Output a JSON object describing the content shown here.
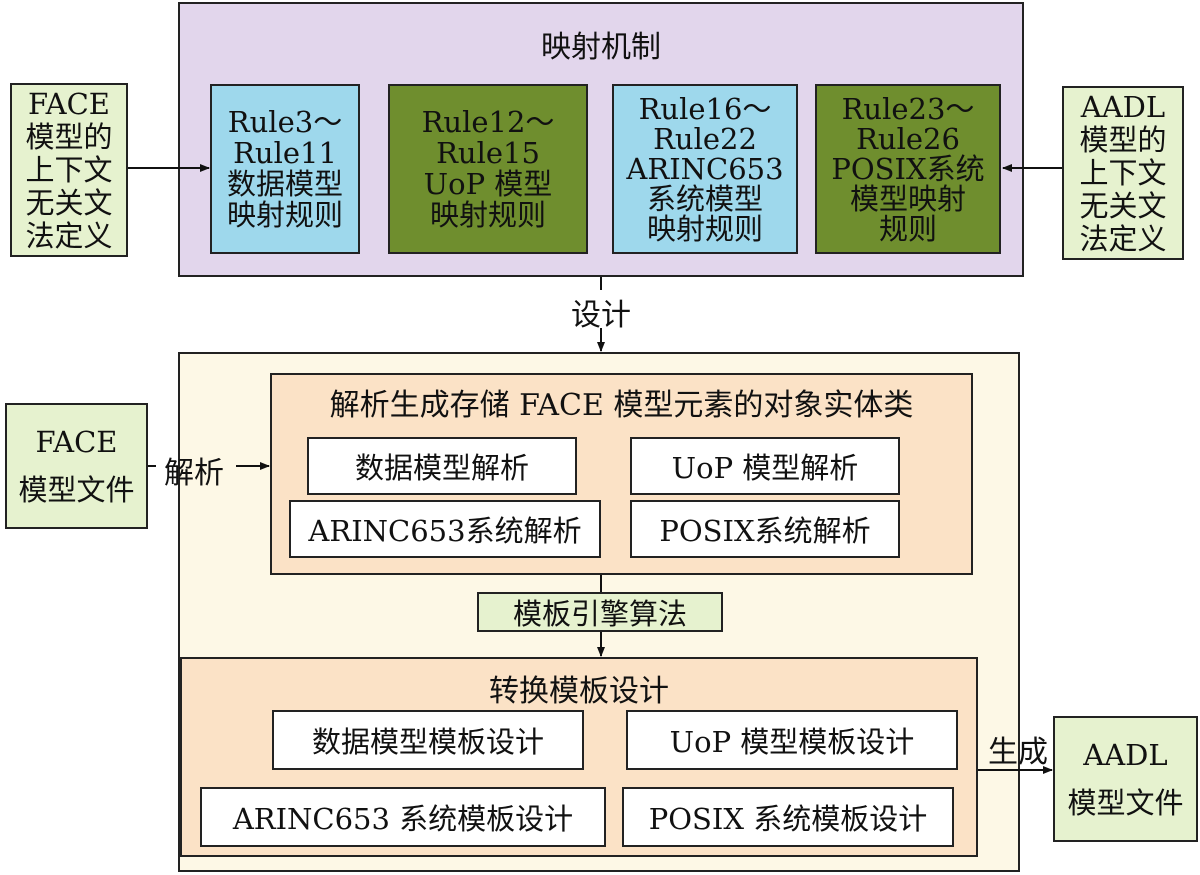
{
  "mapping": {
    "title": "映射机制",
    "rules": [
      {
        "lines": [
          "Rule3～",
          "Rule11",
          "数据模型",
          "映射规则"
        ]
      },
      {
        "lines": [
          "Rule12～",
          "Rule15",
          "UoP 模型",
          "映射规则"
        ]
      },
      {
        "lines": [
          "Rule16～",
          "Rule22",
          "ARINC653",
          "系统模型",
          "映射规则"
        ]
      },
      {
        "lines": [
          "Rule23～",
          "Rule26",
          "POSIX系统",
          "模型映射",
          "规则"
        ]
      }
    ]
  },
  "left_context": {
    "lines": [
      "FACE",
      "模型的",
      "上下文",
      "无关文",
      "法定义"
    ]
  },
  "right_context": {
    "lines": [
      "AADL",
      "模型的",
      "上下文",
      "无关文",
      "法定义"
    ]
  },
  "design_label": "设计",
  "parse": {
    "title": "解析生成存储 FACE 模型元素的对象实体类",
    "items": [
      "数据模型解析",
      "UoP 模型解析",
      "ARINC653系统解析",
      "POSIX系统解析"
    ]
  },
  "face_file": {
    "lines": [
      "FACE",
      "模型文件"
    ]
  },
  "parse_label": "解析",
  "engine": "模板引擎算法",
  "template": {
    "title": "转换模板设计",
    "items": [
      "数据模型模板设计",
      "UoP 模型模板设计",
      "ARINC653 系统模板设计",
      "POSIX 系统模板设计"
    ]
  },
  "generate_label": "生成",
  "aadl_file": {
    "lines": [
      "AADL",
      "模型文件"
    ]
  },
  "colors": {
    "mapping_bg": "#e2d6ec",
    "cyan": "#9ed8ec",
    "olive": "#6f8e2e",
    "green_pale": "#e6f2cf",
    "bottom_bg": "#fdf8e6",
    "peach": "#fbe2c6"
  }
}
